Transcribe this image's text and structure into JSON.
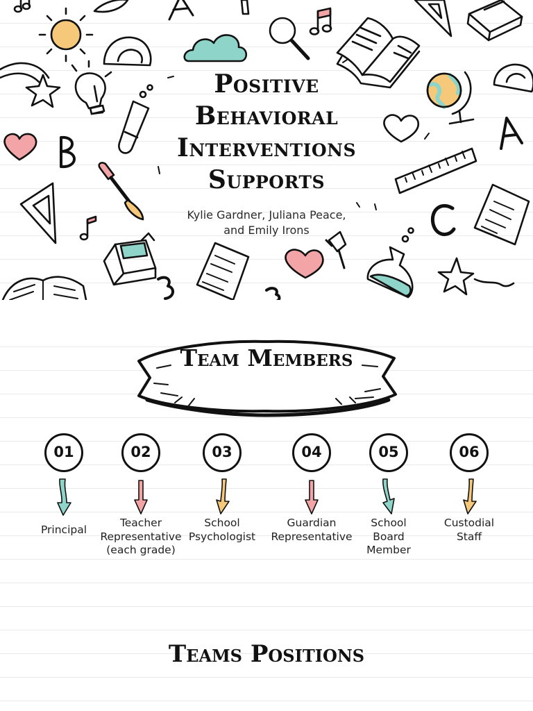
{
  "cover": {
    "title_lines": [
      "Positive",
      "Behavioral",
      "Interventions",
      "Supports"
    ],
    "authors_line1": "Kylie Gardner, Juliana Peace,",
    "authors_line2": "and Emily Irons",
    "doodle_letters": [
      "A",
      "B",
      "A",
      "C",
      "3",
      "3"
    ]
  },
  "team_slide": {
    "banner_title": "Team Members",
    "members": [
      {
        "number": "01",
        "label_lines": [
          "Principal"
        ],
        "arrow_color": "#8fd4c8"
      },
      {
        "number": "02",
        "label_lines": [
          "Teacher",
          "Representative",
          "(each grade)"
        ],
        "arrow_color": "#f2a4a6"
      },
      {
        "number": "03",
        "label_lines": [
          "School",
          "Psychologist"
        ],
        "arrow_color": "#f6c97a"
      },
      {
        "number": "04",
        "label_lines": [
          "Guardian",
          "Representative"
        ],
        "arrow_color": "#f2a4a6"
      },
      {
        "number": "05",
        "label_lines": [
          "School",
          "Board",
          "Member"
        ],
        "arrow_color": "#8fd4c8"
      },
      {
        "number": "06",
        "label_lines": [
          "Custodial",
          "Staff"
        ],
        "arrow_color": "#f6c97a"
      }
    ],
    "section_title": "Teams Positions"
  },
  "colors": {
    "ink": "#111111",
    "teal": "#8fd4c8",
    "pink": "#f2a4a6",
    "yellow": "#f6c97a",
    "rule_line": "#e9e9e9"
  },
  "icons": [
    "sun-icon",
    "cloud-icon",
    "magnifier-icon",
    "music-note-icon",
    "open-book-icon",
    "closed-book-icon",
    "globe-icon",
    "star-icon",
    "heart-icon",
    "lightbulb-icon",
    "test-tube-icon",
    "ruler-icon",
    "triangle-ruler-icon",
    "protractor-icon",
    "paintbrush-icon",
    "document-icon",
    "pushpin-icon",
    "flask-icon",
    "shooting-star-icon"
  ]
}
